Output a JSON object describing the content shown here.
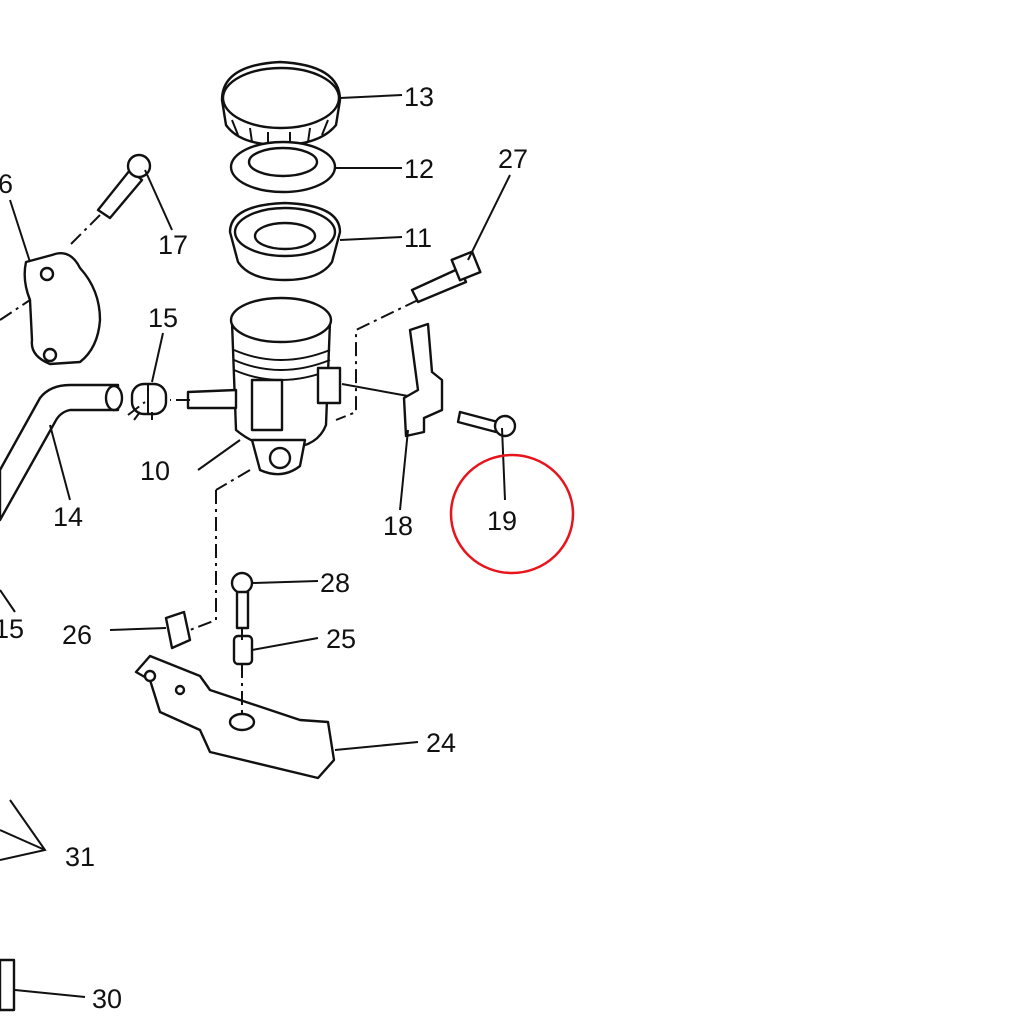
{
  "diagram": {
    "labels": {
      "p13": "13",
      "p12": "12",
      "p27": "27",
      "p6": "6",
      "p17": "17",
      "p11": "11",
      "p15a": "15",
      "p10": "10",
      "p14": "14",
      "p18": "18",
      "p19": "19",
      "p28": "28",
      "p26": "26",
      "p15b": "15",
      "p25": "25",
      "p24": "24",
      "p31": "31",
      "p30": "30"
    },
    "highlight_color": "#e8141c",
    "highlighted_part": "19"
  }
}
